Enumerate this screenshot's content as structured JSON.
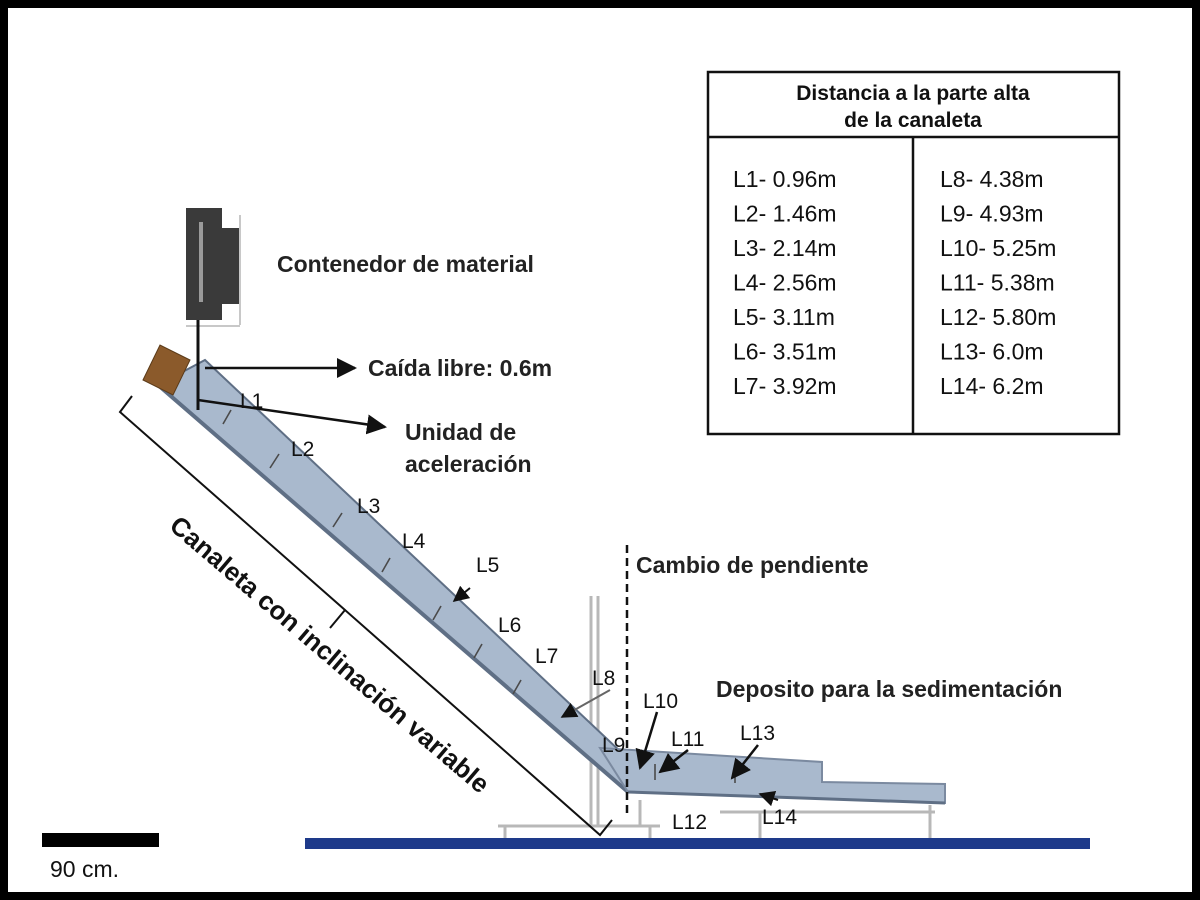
{
  "callouts": {
    "container": "Contenedor de material",
    "free_fall": "Caída libre: 0.6m",
    "accel_unit_1": "Unidad de",
    "accel_unit_2": "aceleración",
    "slope_change": "Cambio de pendiente",
    "deposit": "Deposito para la sedimentación",
    "channel": "Canaleta con inclinación variable"
  },
  "table": {
    "header_1": "Distancia a la parte alta",
    "header_2": "de la canaleta",
    "col_left": [
      "L1- 0.96m",
      "L2- 1.46m",
      "L3- 2.14m",
      "L4- 2.56m",
      "L5- 3.11m",
      "L6- 3.51m",
      "L7- 3.92m"
    ],
    "col_right": [
      "L8- 4.38m",
      "L9- 4.93m",
      "L10- 5.25m",
      "L11- 5.38m",
      "L12- 5.80m",
      "L13- 6.0m",
      "L14- 6.2m"
    ]
  },
  "markers": {
    "L1": "L1",
    "L2": "L2",
    "L3": "L3",
    "L4": "L4",
    "L5": "L5",
    "L6": "L6",
    "L7": "L7",
    "L8": "L8",
    "L9": "L9",
    "L10": "L10",
    "L11": "L11",
    "L12": "L12",
    "L13": "L13",
    "L14": "L14"
  },
  "scale_bar": {
    "label": "90 cm."
  },
  "colors": {
    "channel_fill": "#a9b9cd",
    "channel_edge": "#5f6f85",
    "ground": "#1e3a8a",
    "block": "#8b5a2b",
    "container": "#3a3a3a"
  }
}
